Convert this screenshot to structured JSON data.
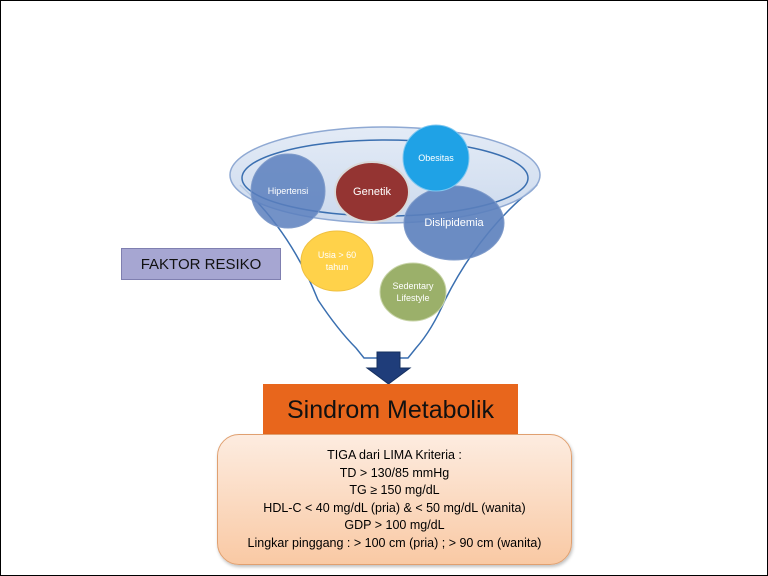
{
  "factor_label": "FAKTOR RESIKO",
  "bubbles": {
    "hipertensi": "Hipertensi",
    "genetik": "Genetik",
    "obesitas": "Obesitas",
    "dislipidemia": "Dislipidemia",
    "usia": "Usia > 60 tahun",
    "sedentary": "Sedentary Lifestyle"
  },
  "title": "Sindrom Metabolik",
  "criteria": {
    "heading": "TIGA dari LIMA Kriteria :",
    "items": [
      "TD > 130/85 mmHg",
      "TG ≥ 150 mg/dL",
      "HDL-C < 40 mg/dL (pria) & < 50 mg/dL (wanita)",
      "GDP > 100 mg/dL",
      "Lingkar pinggang : > 100 cm (pria) ; > 90 cm (wanita)"
    ]
  },
  "colors": {
    "funnel": "#3a6fb0",
    "hipertensi": "#5b7fbd",
    "genetik": "#943432",
    "obesitas": "#1fa2e6",
    "dislipidemia": "#5b7fbd",
    "usia": "#ffd24a",
    "sedentary": "#9bb06a",
    "arrow": "#1f3d7a",
    "title_bg": "#e8661c"
  }
}
